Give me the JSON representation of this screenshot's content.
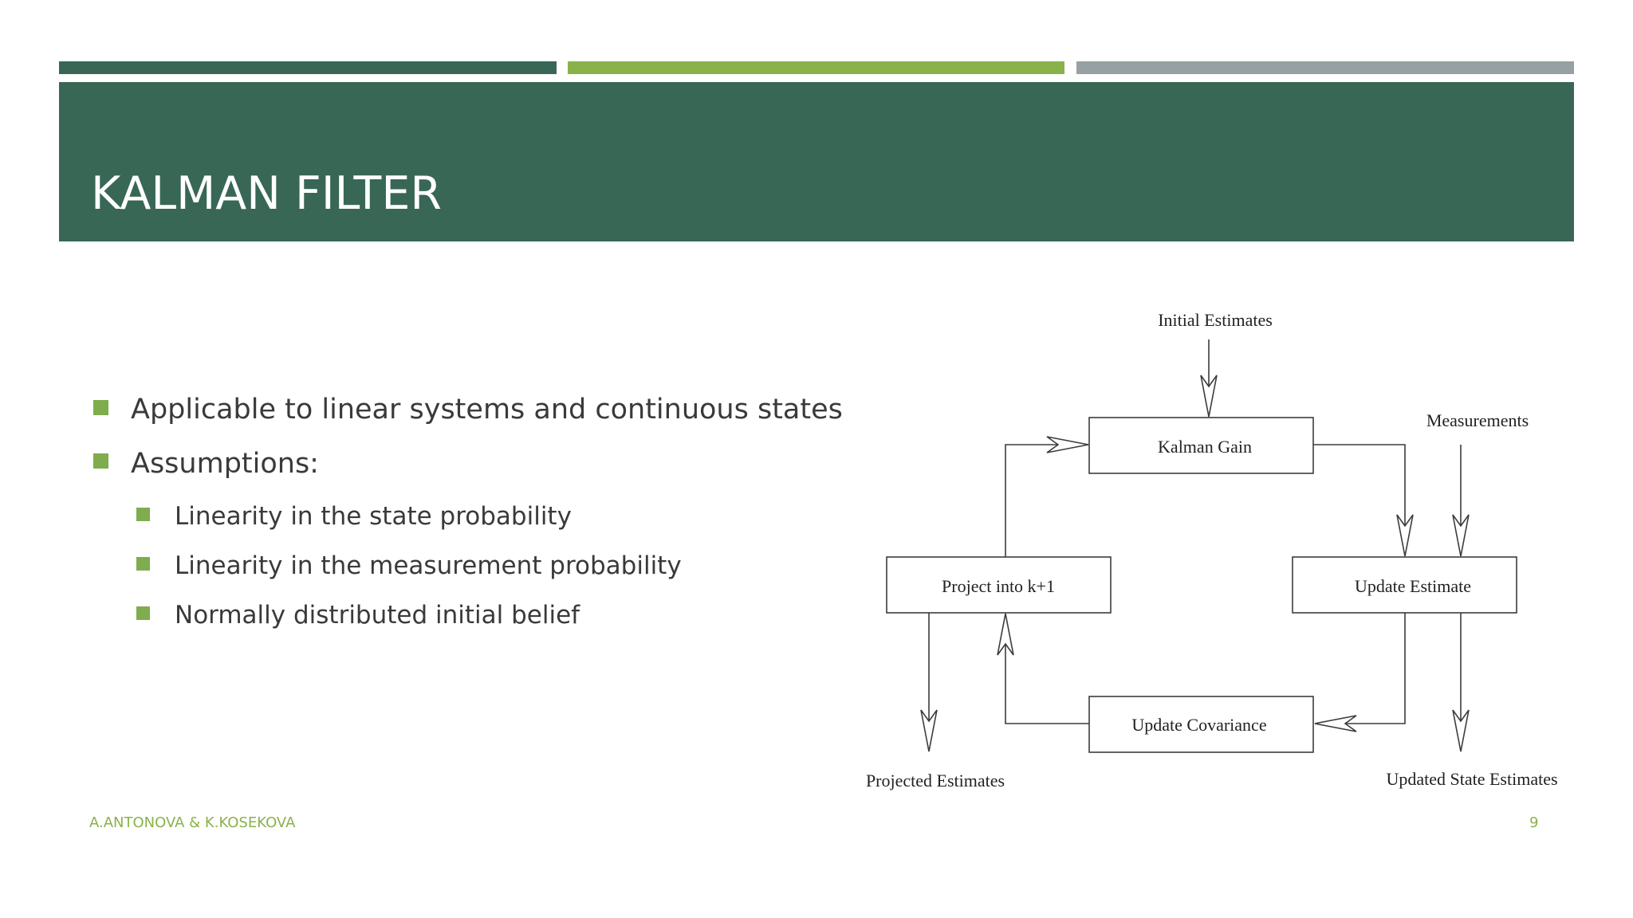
{
  "colors": {
    "dark_green": "#386756",
    "light_green": "#8ab24a",
    "gray": "#97a1a4",
    "bullet": "#7fac4c",
    "text": "#3a3a3a",
    "diagram_stroke": "#3c3c3c"
  },
  "slide": {
    "title": "KALMAN FILTER"
  },
  "bullets": [
    {
      "level": 1,
      "text": "Applicable to linear systems and continuous states"
    },
    {
      "level": 1,
      "text": "Assumptions:"
    },
    {
      "level": 2,
      "text": "Linearity in the state probability"
    },
    {
      "level": 2,
      "text": "Linearity in the measurement probability"
    },
    {
      "level": 2,
      "text": "Normally distributed initial belief"
    }
  ],
  "diagram": {
    "boxes": {
      "kalman_gain": "Kalman Gain",
      "project": "Project into k+1",
      "update_estimate": "Update Estimate",
      "update_covariance": "Update Covariance"
    },
    "labels": {
      "initial_estimates": "Initial Estimates",
      "measurements": "Measurements",
      "projected_estimates": "Projected Estimates",
      "updated_state_estimates": "Updated State Estimates"
    }
  },
  "footer": {
    "authors": "A.ANTONOVA & K.KOSEKOVA",
    "page_number": "9"
  }
}
